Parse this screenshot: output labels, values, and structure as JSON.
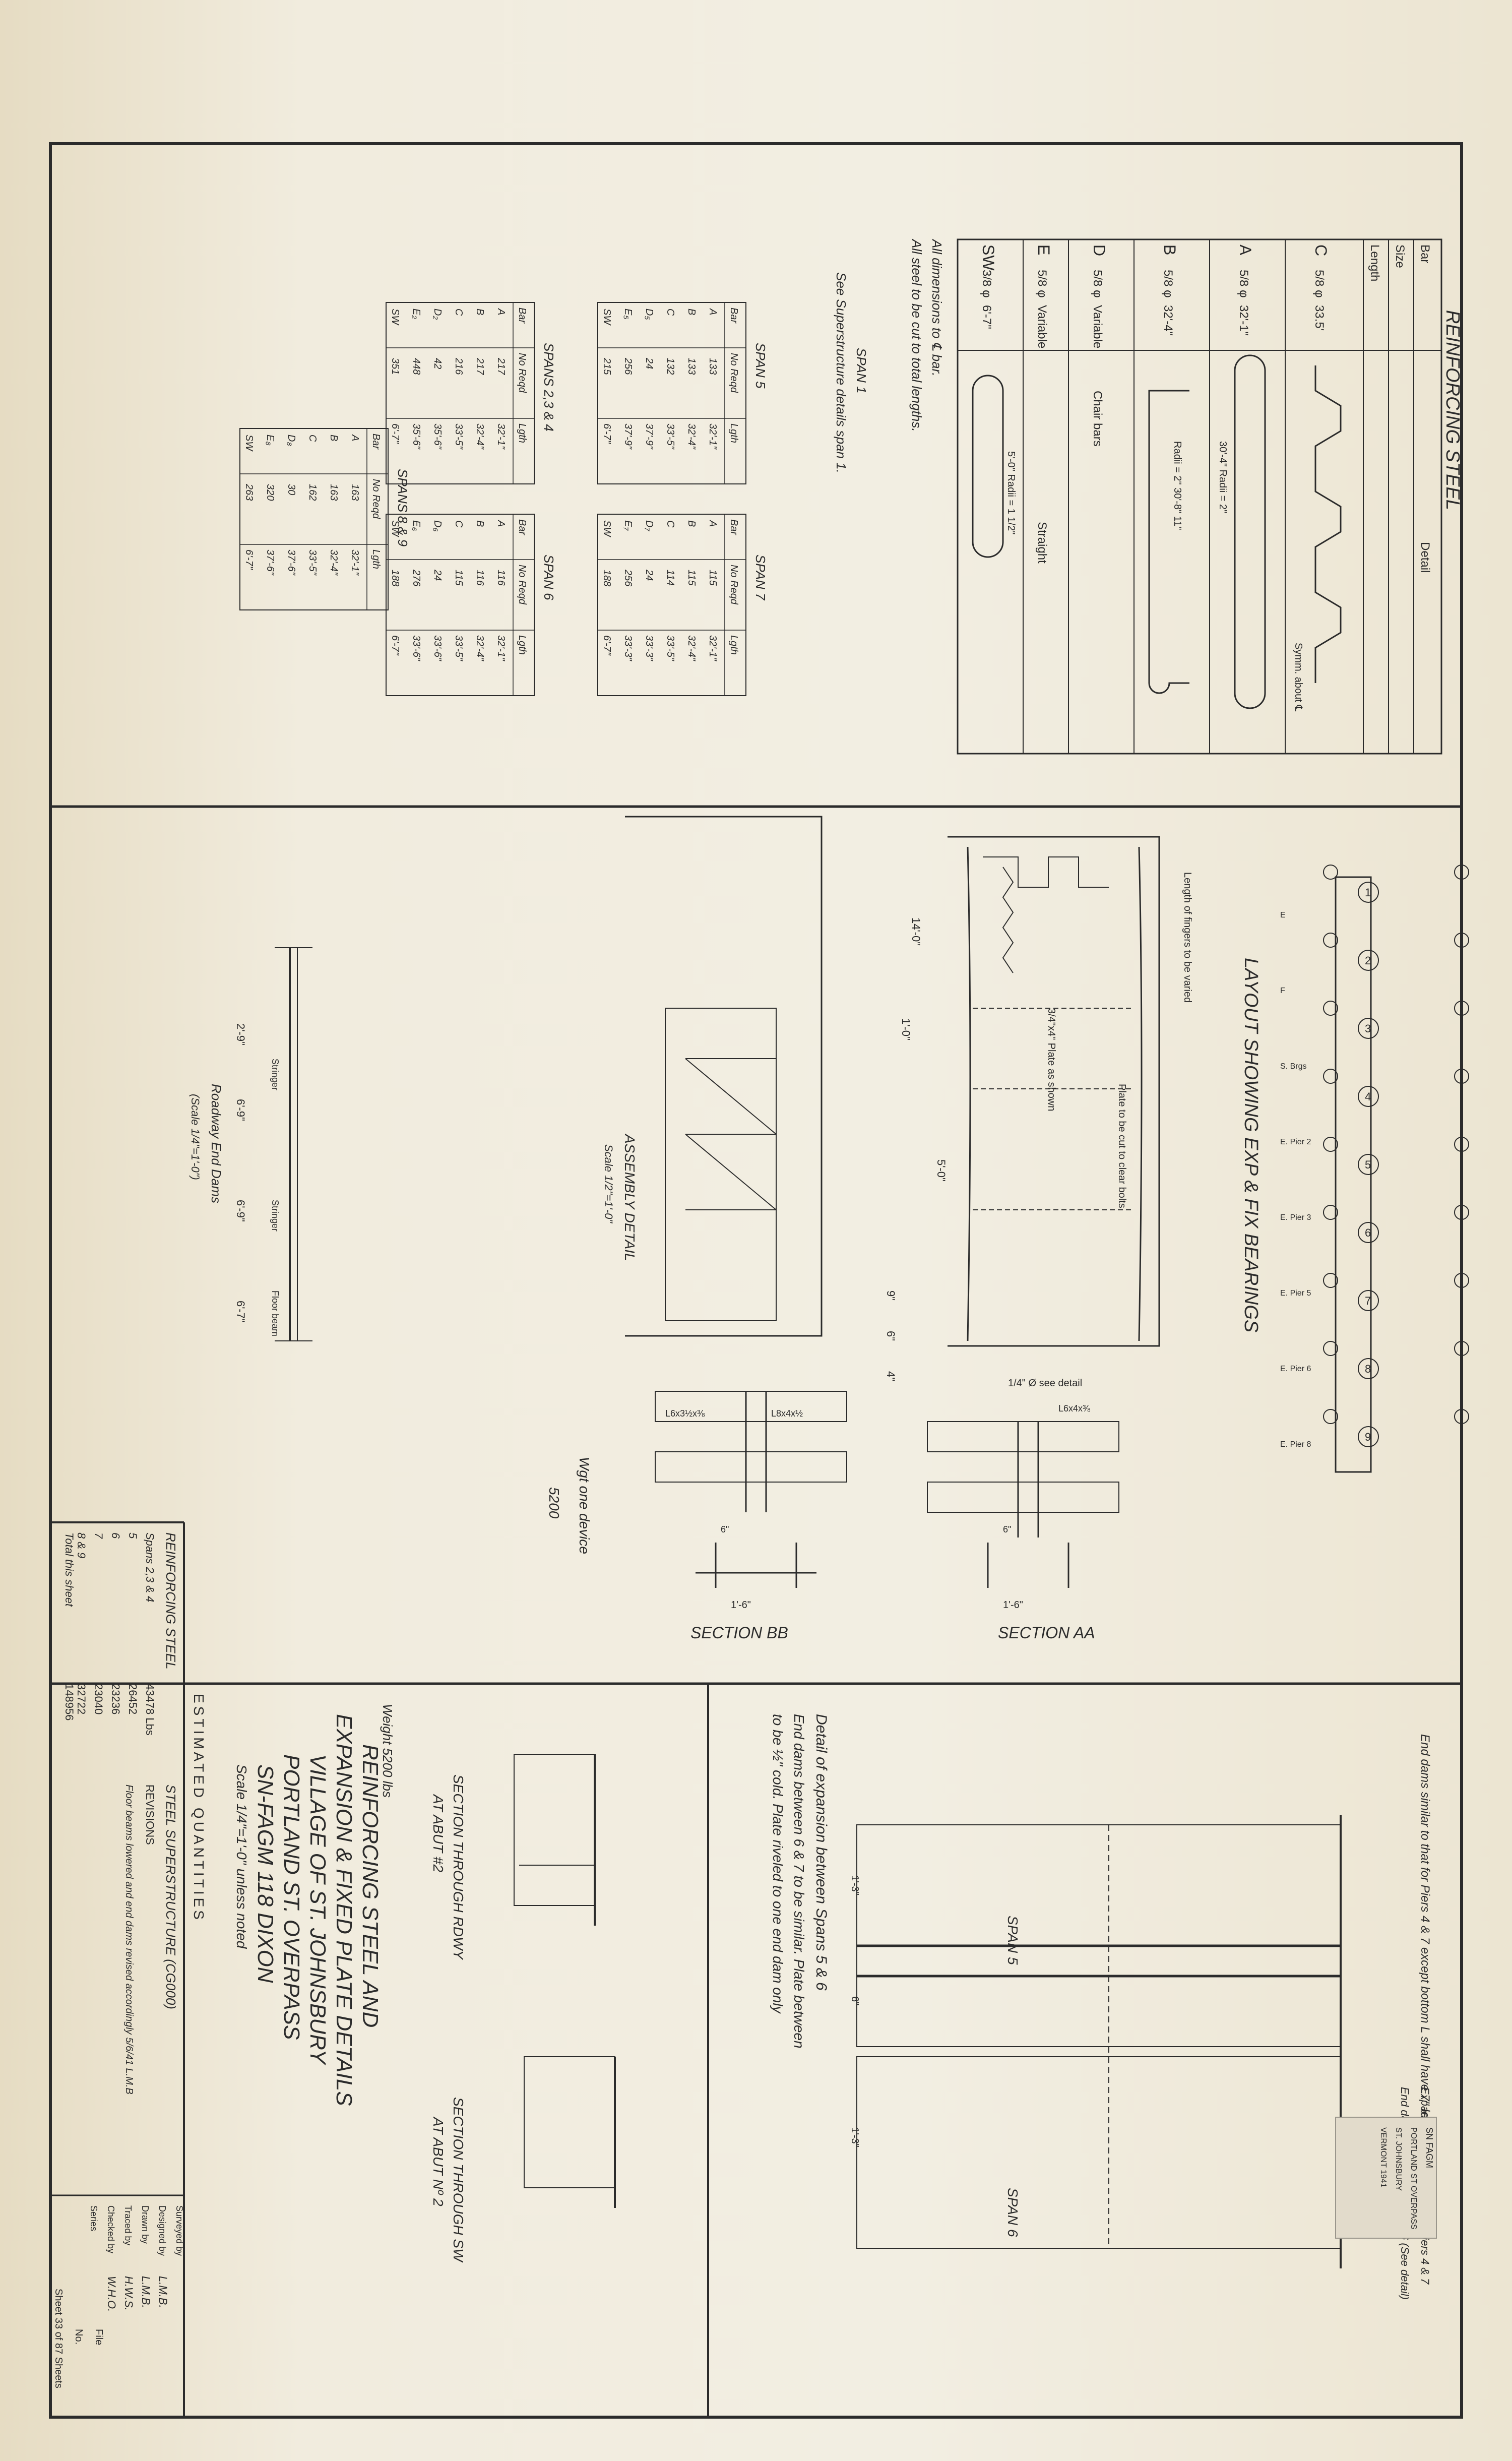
{
  "reinforcing_steel_table": {
    "title": "REINFORCING STEEL",
    "headers": [
      "Bar",
      "Size",
      "Length",
      "Detail"
    ],
    "rows": [
      {
        "bar": "C",
        "size": "5/8 φ",
        "length": "33.5'",
        "detail": "Symm. about ℄"
      },
      {
        "bar": "A",
        "size": "5/8 φ",
        "length": "32'-1\"",
        "detail": "30'-4\"  Radii = 2\""
      },
      {
        "bar": "B",
        "size": "5/8 φ",
        "length": "32'-4\"",
        "detail": "Radii = 2\"  30'-8\"  11\""
      },
      {
        "bar": "D",
        "size": "5/8 φ",
        "length": "Variable",
        "detail": "Chair bars"
      },
      {
        "bar": "E",
        "size": "5/8 φ",
        "length": "Variable",
        "detail": "Straight"
      },
      {
        "bar": "SW",
        "size": "3/8 φ",
        "length": "6'-7\"",
        "detail": "5'-0\"  Radii = 1 1/2\""
      }
    ],
    "notes": [
      "All dimensions to ℄ bar.",
      "All steel to be cut to total lengths."
    ]
  },
  "span_notes": {
    "span1_title": "SPAN 1",
    "span1_note": "See Superstructure details span 1."
  },
  "span_tables": [
    {
      "title": "SPANS 2,3 & 4",
      "headers": [
        "Bar",
        "No Reqd",
        "Lgth"
      ],
      "rows": [
        [
          "A",
          "217",
          "32'-1\""
        ],
        [
          "B",
          "217",
          "32'-4\""
        ],
        [
          "C",
          "216",
          "33'-5\""
        ],
        [
          "D₂",
          "42",
          "35'-6\""
        ],
        [
          "E₂",
          "448",
          "35'-6\""
        ],
        [
          "SW",
          "351",
          "6'-7\""
        ]
      ]
    },
    {
      "title": "SPAN 5",
      "headers": [
        "Bar",
        "No Reqd",
        "Lgth"
      ],
      "rows": [
        [
          "A",
          "133",
          "32'-1\""
        ],
        [
          "B",
          "133",
          "32'-4\""
        ],
        [
          "C",
          "132",
          "33'-5\""
        ],
        [
          "D₅",
          "24",
          "37'-9\""
        ],
        [
          "E₅",
          "256",
          "37'-9\""
        ],
        [
          "SW",
          "215",
          "6'-7\""
        ]
      ]
    },
    {
      "title": "SPAN 6",
      "headers": [
        "Bar",
        "No Reqd",
        "Lgth"
      ],
      "rows": [
        [
          "A",
          "116",
          "32'-1\""
        ],
        [
          "B",
          "116",
          "32'-4\""
        ],
        [
          "C",
          "115",
          "33'-5\""
        ],
        [
          "D₆",
          "24",
          "33'-6\""
        ],
        [
          "E₆",
          "276",
          "33'-6\""
        ],
        [
          "SW",
          "188",
          "6'-7\""
        ]
      ]
    },
    {
      "title": "SPAN 7",
      "headers": [
        "Bar",
        "No Reqd",
        "Lgth"
      ],
      "rows": [
        [
          "A",
          "115",
          "32'-1\""
        ],
        [
          "B",
          "115",
          "32'-4\""
        ],
        [
          "C",
          "114",
          "33'-5\""
        ],
        [
          "D₇",
          "24",
          "33'-3\""
        ],
        [
          "E₇",
          "256",
          "33'-3\""
        ],
        [
          "SW",
          "188",
          "6'-7\""
        ]
      ]
    },
    {
      "title": "SPANS 8 & 9",
      "headers": [
        "Bar",
        "No Reqd",
        "Lgth"
      ],
      "rows": [
        [
          "A",
          "163",
          "32'-1\""
        ],
        [
          "B",
          "163",
          "32'-4\""
        ],
        [
          "C",
          "162",
          "33'-5\""
        ],
        [
          "D₈",
          "30",
          "37'-6\""
        ],
        [
          "E₈",
          "320",
          "37'-6\""
        ],
        [
          "SW",
          "263",
          "6'-7\""
        ]
      ]
    }
  ],
  "bearing_layout": {
    "title": "LAYOUT SHOWING EXP & FIX BEARINGS",
    "span_numbers": [
      "1",
      "2",
      "3",
      "4",
      "5",
      "6",
      "7",
      "8",
      "9"
    ],
    "labels": [
      "E",
      "F",
      "S. Brgs",
      "E. Pier 2",
      "E. Pier 3",
      "E. Pier 5",
      "E. Pier 6",
      "E. Pier 8"
    ]
  },
  "assembly_detail": {
    "title": "ASSEMBLY DETAIL",
    "scale": "Scale 1/2\"=1'-0\"",
    "dims": [
      "14'-0\"",
      "5'-0\"",
      "1'-0\"",
      "9\"",
      "6\"",
      "4\""
    ],
    "notes": [
      "Plate to be cut to clear bolts",
      "3/4\"x4\" Plate as shown",
      "Length of fingers to be varied"
    ]
  },
  "roadway_end_dams": {
    "title": "Roadway End Dams",
    "scale": "(Scale 1/4\"=1'-0\")",
    "labels": [
      "Stringer",
      "Stringer",
      "Floor beam"
    ],
    "dims": [
      "2'-9\"",
      "6'-9\"",
      "6'-9\"",
      "6'-7\""
    ]
  },
  "section_bb": {
    "title": "SECTION BB",
    "dims": [
      "L6x3½x⅜",
      "L8x4x½",
      "1'-6\"",
      "6\""
    ]
  },
  "section_aa": {
    "title": "SECTION AA",
    "note": "1/4\" Ø see detail",
    "dims": [
      "L6x4x⅜",
      "1'-6\"",
      "6\""
    ]
  },
  "weight_note": {
    "label": "Wgt one device",
    "value": "5200"
  },
  "section_abut2": {
    "title": "SECTION THROUGH RDWY",
    "subtitle": "AT ABUT #2",
    "weight": "Weight 5200 lbs"
  },
  "section_sw_abut2": {
    "title": "SECTION THROUGH SW",
    "subtitle": "AT ABUT Nº 2"
  },
  "expansion_detail": {
    "title": "Detail of expansion between Spans 5 & 6",
    "notes": [
      "End dams between 6 & 7 to be similar. Plate between",
      "to be ½\" cold. Plate riveled to one end dam only"
    ],
    "labels": [
      "SPAN 5",
      "SPAN 6",
      "Expansion plate same as for Piers 4 & 7",
      "End dam between Spans 5 & 6 (See detail)",
      "End dams similar to that for Piers 4 & 7 except bottom L shall have 7\" leg"
    ],
    "dims": [
      "1'-3\"",
      "1'-3\"",
      "6\""
    ]
  },
  "estimated_quantities": {
    "title": "ESTIMATED QUANTITIES",
    "col1_title": "REINFORCING STEEL",
    "col2_title": "STEEL SUPERSTRUCTURE (CG000)",
    "rows": [
      {
        "label": "Spans 2,3 & 4",
        "value": "43478 Lbs"
      },
      {
        "label": "5",
        "value": "26452"
      },
      {
        "label": "6",
        "value": "23236"
      },
      {
        "label": "7",
        "value": "23040"
      },
      {
        "label": "8 & 9",
        "value": "32722"
      }
    ],
    "total_label": "Total this sheet",
    "total_value": "148956",
    "revisions": "REVISIONS",
    "revision_note": "Floor beams lowered and end dams revised accordingly 5/6/41 L.M.B"
  },
  "title_block": {
    "title_lines": [
      "REINFORCING STEEL AND",
      "EXPANSION & FIXED PLATE DETAILS",
      "VILLAGE OF ST. JOHNSBURY",
      "PORTLAND ST. OVERPASS",
      "SN-FAGM 118 DIXON"
    ],
    "scale": "Scale 1/4\"=1'-0\" unless noted"
  },
  "signature_block": {
    "rows": [
      {
        "label": "Surveyed by",
        "value": ""
      },
      {
        "label": "Designed by",
        "value": "L.M.B."
      },
      {
        "label": "Drawn by",
        "value": "L.M.B."
      },
      {
        "label": "Traced by",
        "value": "H.W.S."
      },
      {
        "label": "Checked by",
        "value": "W.H.O."
      },
      {
        "label": "Series",
        "value": ""
      }
    ],
    "file_label": "File",
    "no_label": "No.",
    "sheet_text": "Sheet 33 of 87 Sheets"
  },
  "stamp": {
    "lines": [
      "SN FAGM",
      "PORTLAND ST OVERPASS",
      "ST. JOHNSBURY",
      "VERMONT 1941"
    ]
  },
  "colors": {
    "ink": "#2b2b2b",
    "paper": "#f1ecde",
    "stain": "#e4d8bb"
  }
}
